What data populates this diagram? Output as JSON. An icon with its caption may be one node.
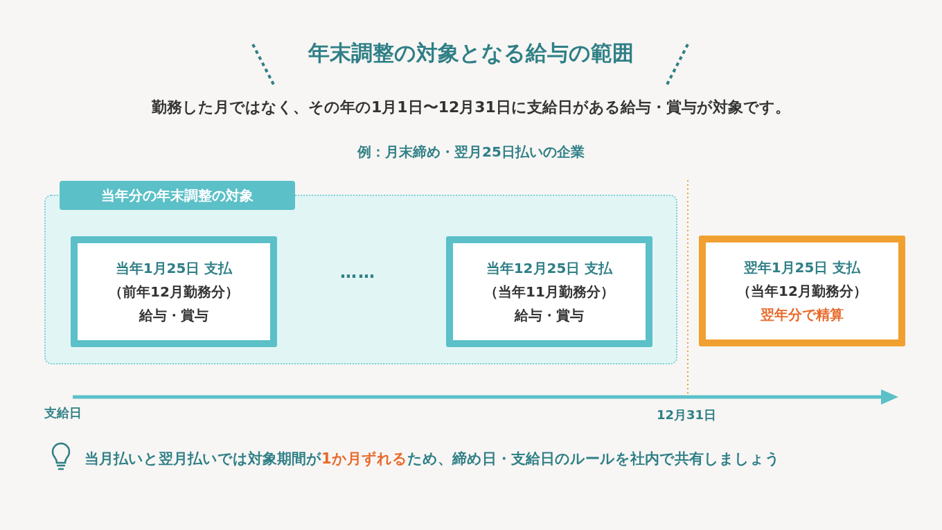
{
  "diagram": {
    "title": "年末調整の対象となる給与の範囲",
    "nodes": [
      {
        "text": [
          "当年分の年末調整の対象"
        ]
      },
      {
        "text": [
          "当年1月25日 支払",
          "（前年12月勤務分）",
          "給与・賞与"
        ],
        "in": 0
      },
      {
        "text": [
          "当年12月25日 支払",
          "（当年11月勤務分）",
          "給与・賞与"
        ],
        "in": 0
      },
      {
        "text": [
          "翌年1月25日 支払",
          "（当年12月勤務分）",
          "翌年分で精算"
        ]
      }
    ],
    "labels": [
      "勤務した月ではなく、その年の1月1日〜12月31日に支給日がある給与・賞与が対象です。",
      "例：月末締め・翌月25日払いの企業",
      "……",
      "支給日",
      "12月31日",
      "当月払いと翌月払いでは対象期間が**1か月ずれる**ため、締め日・支給日のルールを社内で共有しましょう"
    ]
  }
}
